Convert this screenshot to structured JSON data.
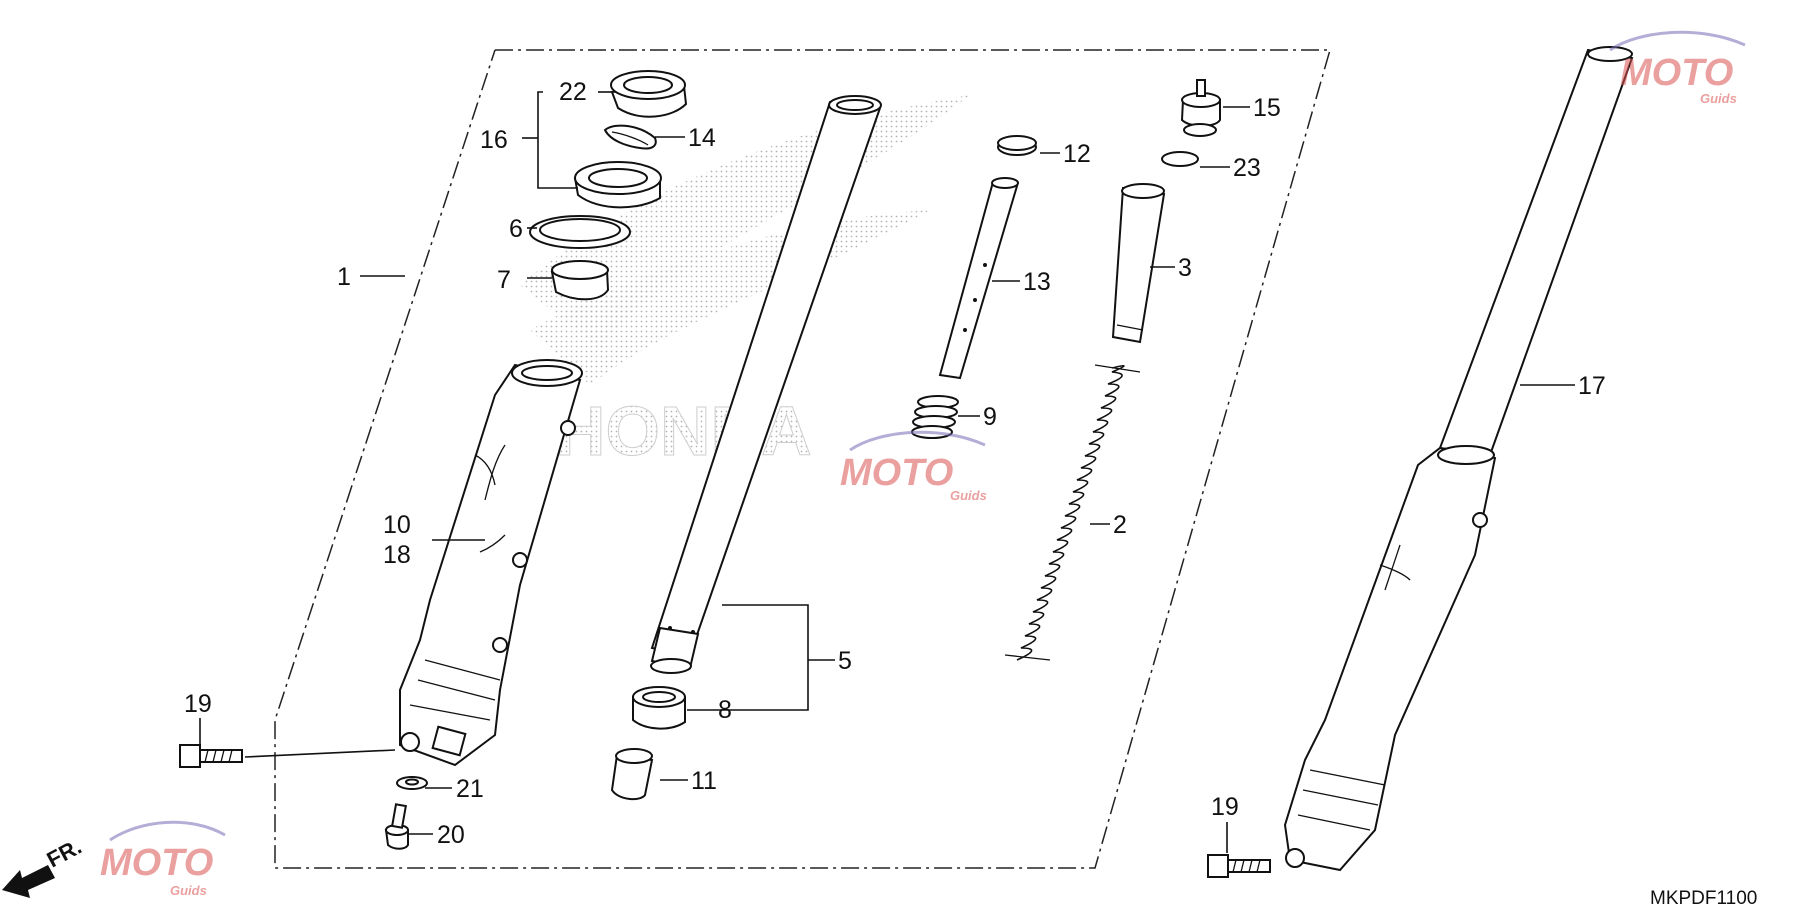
{
  "diagram_code": "MKPDF1100",
  "front_arrow_label": "FR.",
  "watermark": {
    "text_main": "MOTO",
    "text_sub": "Guids",
    "accent": "#d9534f",
    "arc": "#7b6bb8"
  },
  "background_logo": "HONDA",
  "callouts": {
    "c1": "1",
    "c2": "2",
    "c3": "3",
    "c5": "5",
    "c6": "6",
    "c7": "7",
    "c8": "8",
    "c9": "9",
    "c10": "10",
    "c11": "11",
    "c12": "12",
    "c13": "13",
    "c14": "14",
    "c15": "15",
    "c16": "16",
    "c17": "17",
    "c18": "18",
    "c19a": "19",
    "c19b": "19",
    "c20": "20",
    "c21": "21",
    "c22": "22",
    "c23": "23"
  },
  "parts": [
    {
      "ref": "fork-assembly",
      "callout": "1"
    },
    {
      "ref": "fork-spring",
      "callout": "2"
    },
    {
      "ref": "spring-collar",
      "callout": "3"
    },
    {
      "ref": "fork-inner-tube",
      "callout": "5"
    },
    {
      "ref": "back-up-ring",
      "callout": "6"
    },
    {
      "ref": "guide-bushing",
      "callout": "7"
    },
    {
      "ref": "slide-bushing",
      "callout": "8"
    },
    {
      "ref": "rebound-spring",
      "callout": "9"
    },
    {
      "ref": "fork-slider",
      "callout": "10"
    },
    {
      "ref": "oil-lock-piece",
      "callout": "11"
    },
    {
      "ref": "piston-ring",
      "callout": "12"
    },
    {
      "ref": "damper-rod",
      "callout": "13"
    },
    {
      "ref": "stopper-ring",
      "callout": "14"
    },
    {
      "ref": "fork-bolt",
      "callout": "15"
    },
    {
      "ref": "oil-seal-set",
      "callout": "16"
    },
    {
      "ref": "fork-assembly-complete",
      "callout": "17"
    },
    {
      "ref": "fork-slider-alt",
      "callout": "18"
    },
    {
      "ref": "flange-bolt",
      "callout": "19"
    },
    {
      "ref": "socket-bolt",
      "callout": "20"
    },
    {
      "ref": "sealing-washer",
      "callout": "21"
    },
    {
      "ref": "dust-seal",
      "callout": "22"
    },
    {
      "ref": "o-ring",
      "callout": "23"
    }
  ]
}
